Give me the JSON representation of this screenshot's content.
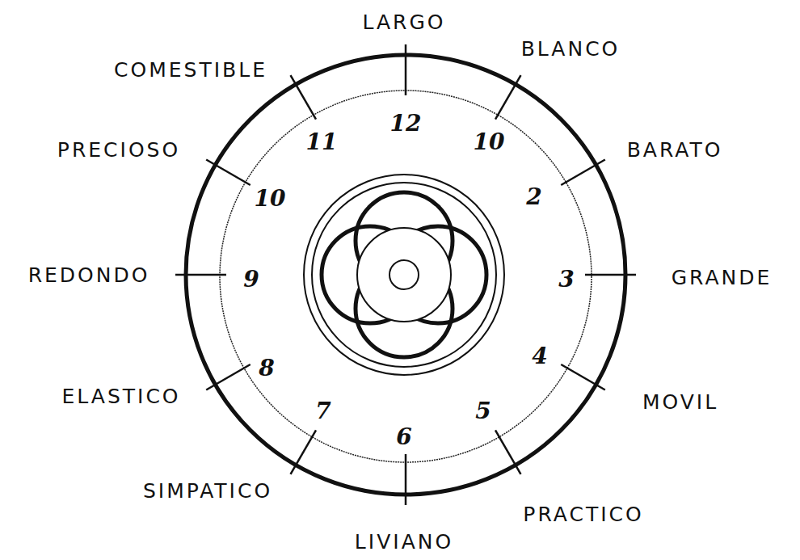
{
  "diagram": {
    "labels": [
      "LARGO",
      "BLANCO",
      "BARATO",
      "GRANDE",
      "MOVIL",
      "PRACTICO",
      "LIVIANO",
      "SIMPATICO",
      "ELASTICO",
      "REDONDO",
      "PRECIOSO",
      "COMESTIBLE",
      "12",
      "10",
      "2",
      "3",
      "4",
      "5",
      "6",
      "7",
      "8",
      "9",
      "10",
      "11"
    ]
  }
}
